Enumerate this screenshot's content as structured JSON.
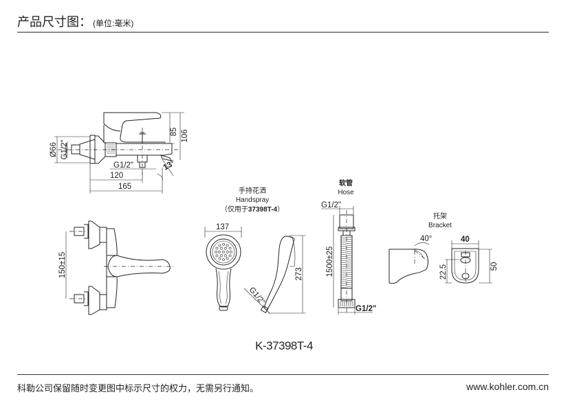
{
  "header": {
    "title": "产品尺寸图：",
    "unit": "(单位:毫米)"
  },
  "faucet_side": {
    "dims": {
      "height_body": "85",
      "height_total": "106",
      "diameter": "Ø66",
      "inlet_thread": "G1/2\"",
      "outlet_thread": "G1/2\"",
      "outlet_offset": "120",
      "total_depth": "165",
      "angle": "13°"
    }
  },
  "faucet_front": {
    "dims": {
      "inlet_spacing": "150±15"
    }
  },
  "handspray": {
    "label_cn": "手持花洒",
    "label_en": "Handspray",
    "note_prefix": "（仅用于",
    "note_model": "37398T-4",
    "note_suffix": "）",
    "dims": {
      "width": "137",
      "length": "273",
      "thread": "G1/2\""
    }
  },
  "hose": {
    "label_cn": "软管",
    "label_en": "Hose",
    "dims": {
      "top_thread": "G1/2\"",
      "length": "1500±25",
      "bottom_thread": "G1/2\""
    }
  },
  "bracket": {
    "label_cn": "托架",
    "label_en": "Bracket",
    "dims": {
      "angle": "40°",
      "width": "40",
      "height": "50",
      "hole_height": "22.5"
    }
  },
  "model": "K-37398T-4",
  "footer": {
    "disclaimer": "科勒公司保留随时变更图中标示尺寸的权力，无需另行通知。",
    "website": "www.kohler.com.cn"
  }
}
